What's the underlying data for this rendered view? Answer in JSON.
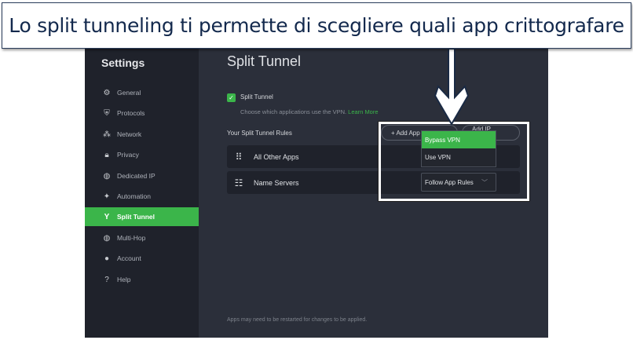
{
  "banner": {
    "title": "Lo split tunneling ti permette di scegliere quali app crittografare"
  },
  "sidebar": {
    "title": "Settings",
    "items": [
      {
        "label": "General",
        "icon": "⚙"
      },
      {
        "label": "Protocols",
        "icon": "⛨"
      },
      {
        "label": "Network",
        "icon": "⁂"
      },
      {
        "label": "Privacy",
        "icon": "🔒︎"
      },
      {
        "label": "Dedicated IP",
        "icon": "◍"
      },
      {
        "label": "Automation",
        "icon": "✦"
      },
      {
        "label": "Split Tunnel",
        "icon": "Y"
      },
      {
        "label": "Multi-Hop",
        "icon": "◍"
      },
      {
        "label": "Account",
        "icon": "●"
      },
      {
        "label": "Help",
        "icon": "?"
      }
    ]
  },
  "main": {
    "title": "Split Tunnel",
    "checkbox_label": "Split Tunnel",
    "description": "Choose which applications use the VPN.",
    "learn_more": "Learn More",
    "rules_label": "Your Split Tunnel Rules",
    "add_app": "+ Add App",
    "add_ip": "Add IP Address",
    "rows": [
      {
        "label": "All Other Apps"
      },
      {
        "label": "Name Servers",
        "value": "Follow App Rules"
      }
    ],
    "dropdown": [
      "Bypass VPN",
      "Use VPN"
    ],
    "footer": "Apps may need to be restarted for changes to be applied."
  },
  "colors": {
    "accent": "#3bb54a",
    "sidebar": "#1f222b",
    "main": "#2b2f3a"
  }
}
